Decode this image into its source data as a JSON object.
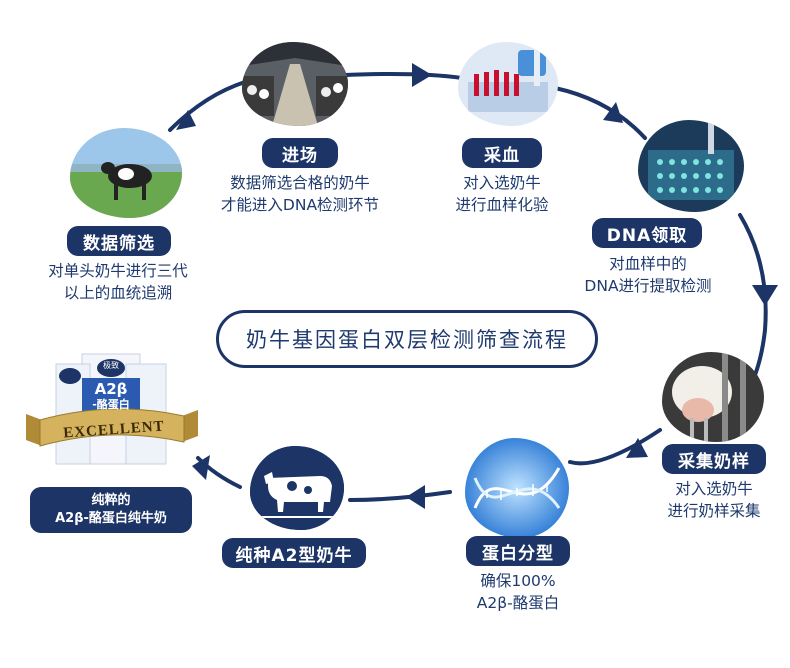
{
  "center_title": "奶牛基因蛋白双层检测筛查流程",
  "steps": [
    {
      "label": "数据筛选",
      "desc": [
        "对单头奶牛进行三代",
        "以上的血统追溯"
      ]
    },
    {
      "label": "进场",
      "desc": [
        "数据筛选合格的奶牛",
        "才能进入DNA检测环节"
      ]
    },
    {
      "label": "采血",
      "desc": [
        "对入选奶牛",
        "进行血样化验"
      ]
    },
    {
      "label": "DNA领取",
      "desc": [
        "对血样中的",
        "DNA进行提取检测"
      ]
    },
    {
      "label": "采集奶样",
      "desc": [
        "对入选奶牛",
        "进行奶样采集"
      ]
    },
    {
      "label": "蛋白分型",
      "desc": [
        "确保100%",
        "A2β-酪蛋白"
      ]
    },
    {
      "label": "纯种A2型奶牛",
      "desc": []
    }
  ],
  "product": {
    "label_line1": "纯粹的",
    "label_line2": "A2β-酪蛋白纯牛奶",
    "ribbon_text": "EXCELLENT",
    "box_text_line1": "A2β",
    "box_text_line2": "-酪蛋白",
    "box_brand": "极致"
  },
  "colors": {
    "navy": "#1c3466",
    "text_blue": "#1f3a6e",
    "gold": "#c9a24a",
    "dna_blue": "#2a7fd6"
  },
  "icons": [
    "cow-field-photo",
    "barn-photo",
    "blood-test-photo",
    "lab-chip-photo",
    "milking-photo",
    "dna-icon",
    "cow-icon"
  ]
}
